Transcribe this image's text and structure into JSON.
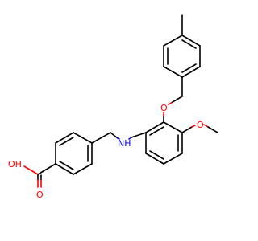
{
  "molecule": {
    "atoms": {
      "carboxyl_oxygen": "O",
      "hydroxyl": "OH",
      "amine": "NH",
      "ether_oxygen": "O",
      "methoxy_oxygen": "O"
    },
    "colors": {
      "oxygen": "#ff0000",
      "nitrogen": "#0000ff",
      "carbon_bond": "#000000",
      "background": "#ffffff"
    }
  }
}
